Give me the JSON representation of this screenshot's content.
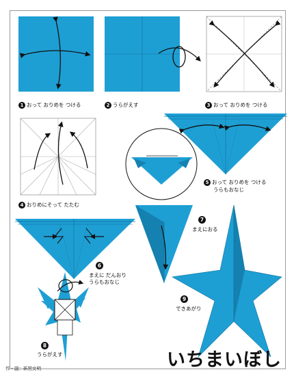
{
  "title": "いちまいぼし",
  "credit": "作・図：新宮文明",
  "colors": {
    "paper": "#1e9fd4",
    "paper_dark": "#1581b0",
    "line": "#111111"
  },
  "steps": [
    {
      "num": "1",
      "text": "おって おりめを つける"
    },
    {
      "num": "2",
      "text": "うらがえす"
    },
    {
      "num": "3",
      "text": "おって おりめを つける"
    },
    {
      "num": "4",
      "text": "おりめにそって たたむ"
    },
    {
      "num": "5",
      "text": "おって おりめを つける",
      "sub": "うらもおなじ"
    },
    {
      "num": "6",
      "text": "まえに だんおり",
      "sub": "うらもおなじ"
    },
    {
      "num": "7",
      "text": "まえにおる"
    },
    {
      "num": "8",
      "text": "うらがえす"
    },
    {
      "num": "9",
      "text": "できあがり"
    }
  ]
}
